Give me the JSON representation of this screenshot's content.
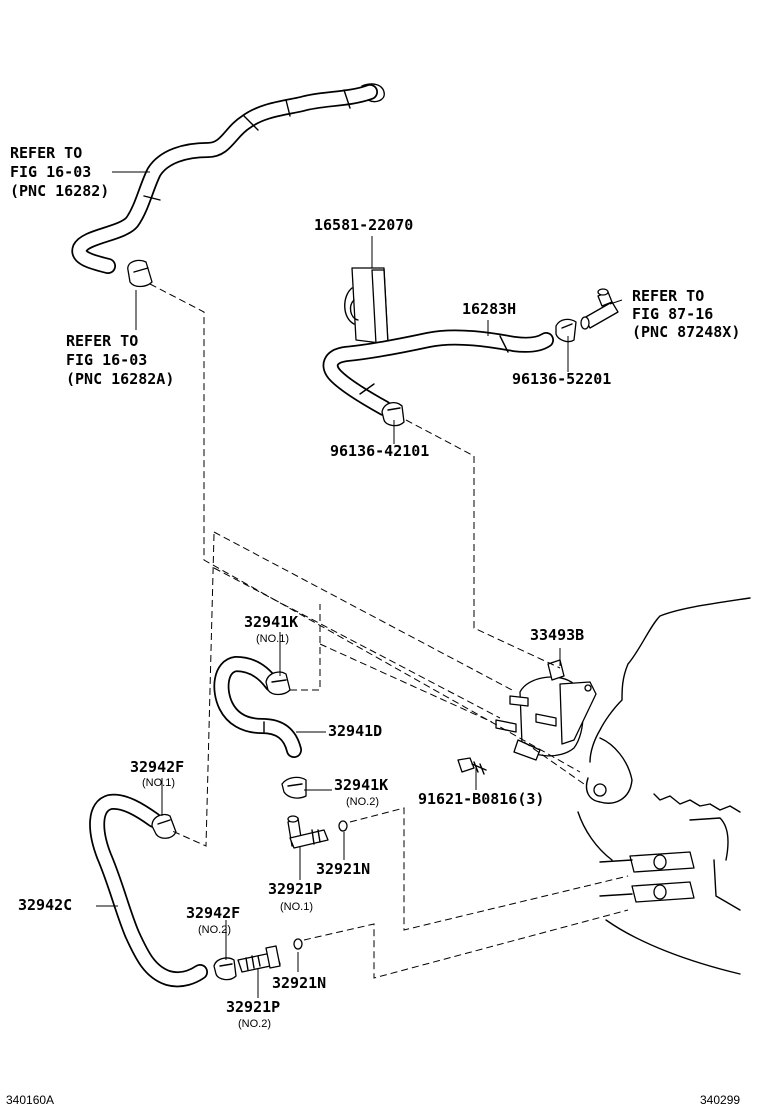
{
  "labels": {
    "refer_hose_upper": "REFER TO\nFIG 16-03\n(PNC 16282)",
    "refer_hose_lower": "REFER TO\nFIG 16-03\n(PNC 16282A)",
    "refer_fig87": "REFER TO\nFIG 87-16\n(PNC 87248X)",
    "p16581": "16581-22070",
    "p16283h": "16283H",
    "p96136_52201": "96136-52201",
    "p96136_42101": "96136-42101",
    "p33493b": "33493B",
    "p32941k_1": "32941K",
    "p32941k_1_sub": "(NO.1)",
    "p32941d": "32941D",
    "p32941k_2": "32941K",
    "p32941k_2_sub": "(NO.2)",
    "p91621": "91621-B0816(3)",
    "p32942f_1": "32942F",
    "p32942f_1_sub": "(NO.1)",
    "p32921n_1": "32921N",
    "p32921p_1": "32921P",
    "p32921p_1_sub": "(NO.1)",
    "p32942c": "32942C",
    "p32942f_2": "32942F",
    "p32942f_2_sub": "(NO.2)",
    "p32921n_2": "32921N",
    "p32921p_2": "32921P",
    "p32921p_2_sub": "(NO.2)"
  },
  "footer": {
    "left_code": "340160A",
    "right_code": "340299"
  }
}
